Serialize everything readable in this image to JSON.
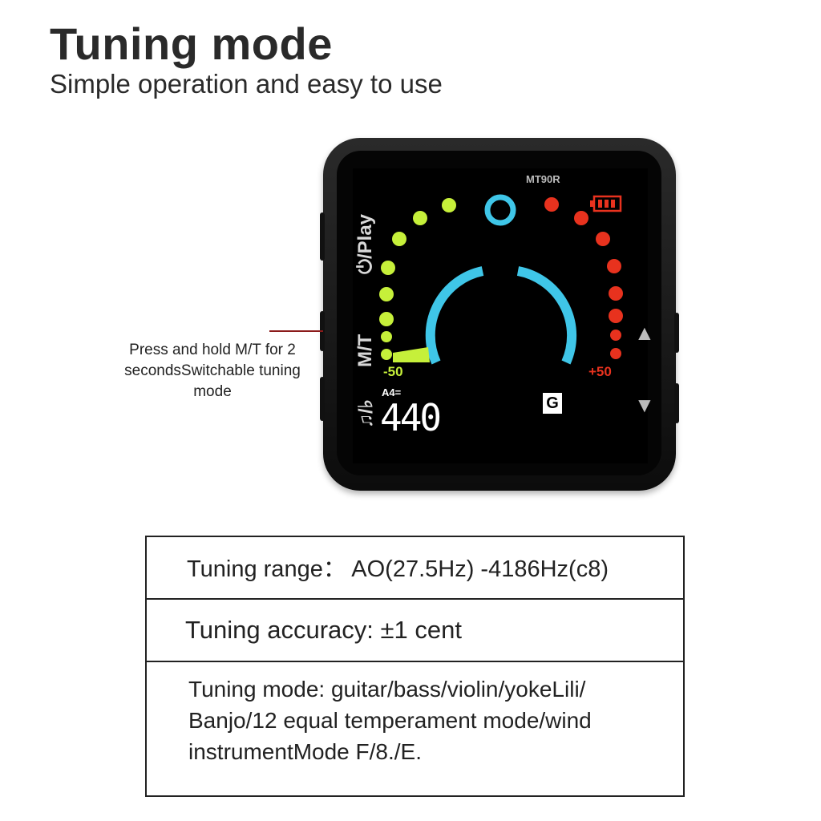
{
  "header": {
    "title": "Tuning mode",
    "subtitle": "Simple operation and easy to use"
  },
  "device": {
    "model": "MT90R",
    "buttons": {
      "power_play": "⏻/Play",
      "mode": "M/T",
      "metronome_flat": "♫/♭",
      "up": "▲",
      "down": "▼"
    },
    "scale_min": "-50",
    "scale_max": "+50",
    "a4_label": "A4=",
    "a4_value": "440",
    "note": "G",
    "colors": {
      "flat": "#c6f03a",
      "sharp": "#e8321e",
      "in_tune": "#3fc6e8",
      "text": "#ffffff"
    },
    "battery_icon": "battery-icon"
  },
  "annotation": {
    "text": "Press and hold M/T for 2 secondsSwitchable tuning mode"
  },
  "specs": [
    {
      "text": "Tuning range： AO(27.5Hz) -4186Hz(c8)"
    },
    {
      "text": "Tuning accuracy: ±1 cent"
    },
    {
      "text": "Tuning mode: guitar/bass/violin/yokeLili/ Banjo/12 equal temperament mode/wind instrumentMode F/8./E."
    }
  ]
}
